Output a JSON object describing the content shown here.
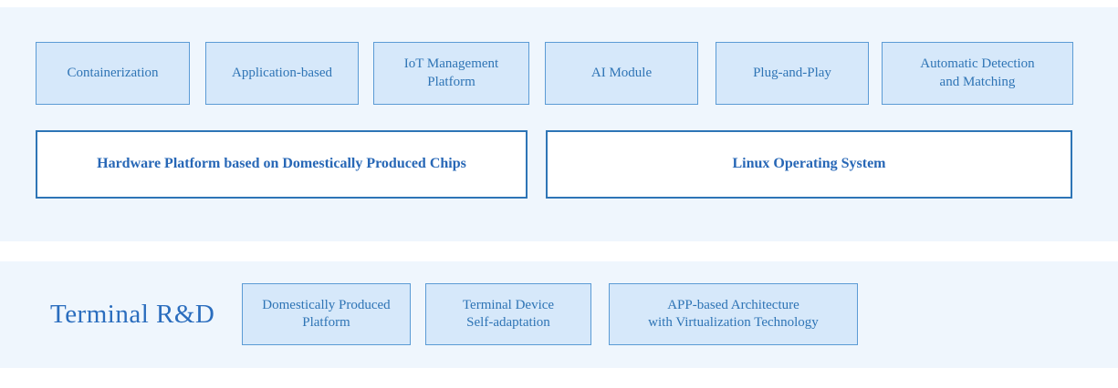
{
  "colors": {
    "band_background": "#eff6fd",
    "feature_box_fill": "#d6e8fa",
    "feature_box_border": "#5b9bd5",
    "panel_box_fill": "#ffffff",
    "panel_box_border": "#2e75b6",
    "feature_text": "#2e74b5",
    "panel_text": "#2767b6",
    "title_text": "#2a6dbe"
  },
  "upper_band": {
    "feature_boxes": [
      {
        "label": "Containerization"
      },
      {
        "label": "Application-based"
      },
      {
        "label": "IoT Management Platform"
      },
      {
        "label": "AI Module"
      },
      {
        "label": "Plug-and-Play"
      },
      {
        "label": "Automatic Detection\nand Matching"
      }
    ],
    "platform_boxes": [
      {
        "label": "Hardware Platform based on Domestically Produced Chips"
      },
      {
        "label": "Linux Operating System"
      }
    ]
  },
  "lower_band": {
    "title": "Terminal R&D",
    "feature_boxes": [
      {
        "label": "Domestically Produced\nPlatform"
      },
      {
        "label": "Terminal Device\nSelf-adaptation"
      },
      {
        "label": "APP-based Architecture\nwith Virtualization Technology"
      }
    ]
  }
}
